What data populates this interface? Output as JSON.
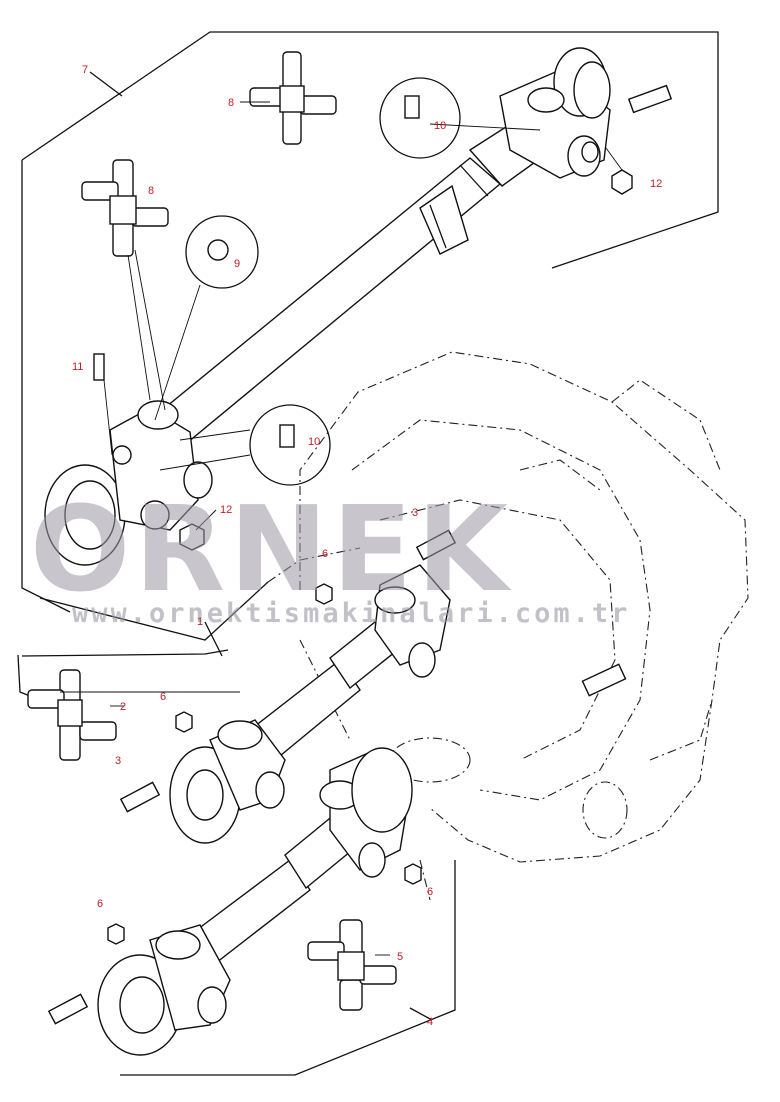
{
  "diagram": {
    "callouts": [
      {
        "id": "c7",
        "text": "7"
      },
      {
        "id": "c8a",
        "text": "8"
      },
      {
        "id": "c8b",
        "text": "8"
      },
      {
        "id": "c9",
        "text": "9"
      },
      {
        "id": "c10a",
        "text": "10"
      },
      {
        "id": "c10b",
        "text": "10"
      },
      {
        "id": "c11",
        "text": "11"
      },
      {
        "id": "c12a",
        "text": "12"
      },
      {
        "id": "c12b",
        "text": "12"
      },
      {
        "id": "c1",
        "text": "1"
      },
      {
        "id": "c2",
        "text": "2"
      },
      {
        "id": "c3a",
        "text": "3"
      },
      {
        "id": "c3b",
        "text": "3"
      },
      {
        "id": "c6a",
        "text": "6"
      },
      {
        "id": "c6b",
        "text": "6"
      },
      {
        "id": "c6c",
        "text": "6"
      },
      {
        "id": "c6d",
        "text": "6"
      },
      {
        "id": "c5",
        "text": "5"
      },
      {
        "id": "c4",
        "text": "4"
      }
    ]
  },
  "watermark": {
    "brand": "ORNEK",
    "url": "www.ornektismakinalari.com.tr"
  },
  "colors": {
    "callout": "#c0202a",
    "watermark": "#9c98a4",
    "line": "#111111"
  }
}
